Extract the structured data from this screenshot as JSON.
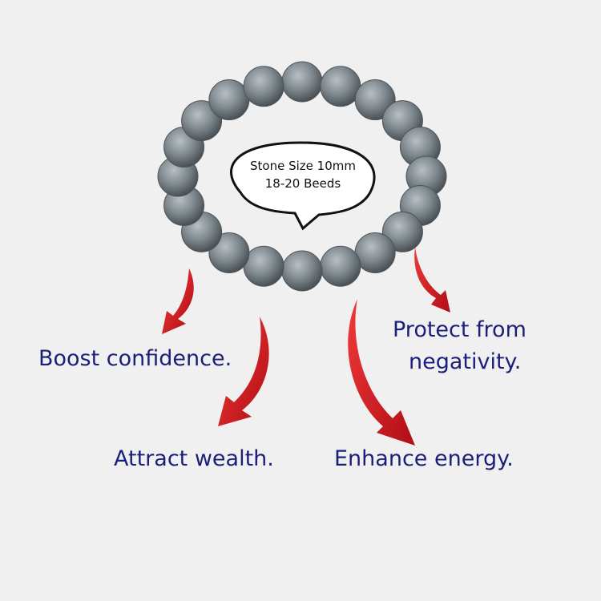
{
  "bubble": {
    "line1": "Stone Size 10mm",
    "line2": "18-20 Beeds"
  },
  "benefits": [
    {
      "text": "Boost confidence."
    },
    {
      "text": "Attract wealth."
    },
    {
      "text": "Enhance energy."
    },
    {
      "text": "Protect from",
      "text2": "negativity."
    }
  ],
  "colors": {
    "text": "#1b1f7a",
    "arrow": "#d7141c",
    "bead": "#7d868c",
    "background": "#f0f0f0"
  }
}
